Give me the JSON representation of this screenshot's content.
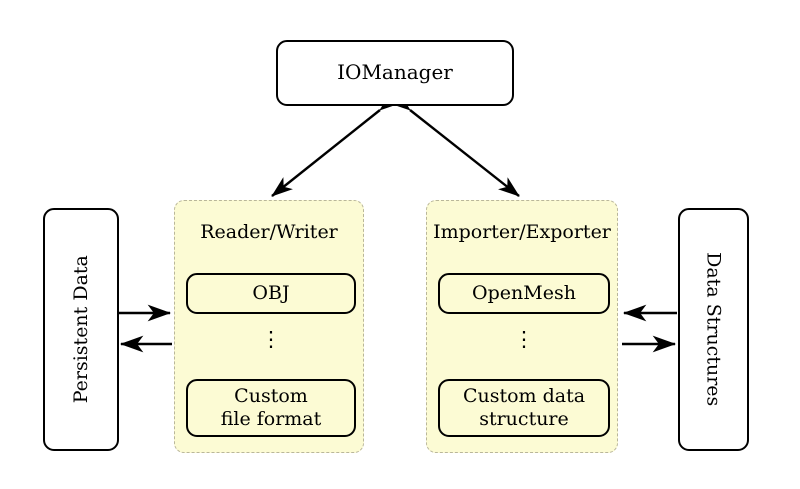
{
  "diagram": {
    "title_node": {
      "label": "IOManager"
    },
    "left_side_node": {
      "label": "Persistent Data"
    },
    "right_side_node": {
      "label": "Data Structures"
    },
    "groups": [
      {
        "name": "reader-writer",
        "title": "Reader/Writer",
        "items": [
          {
            "label": "OBJ"
          },
          {
            "label": "Custom\nfile format",
            "line1": "Custom",
            "line2": "file format"
          }
        ],
        "ellipsis": "⋮"
      },
      {
        "name": "importer-exporter",
        "title": "Importer/Exporter",
        "items": [
          {
            "label": "OpenMesh"
          },
          {
            "label": "Custom data\nstructure",
            "line1": "Custom data",
            "line2": "structure"
          }
        ],
        "ellipsis": "⋮"
      }
    ],
    "connections": [
      {
        "name": "manager-to-reader-writer",
        "from": "IOManager",
        "to": "Reader/Writer",
        "style": "double-arrow"
      },
      {
        "name": "manager-to-importer-exporter",
        "from": "IOManager",
        "to": "Importer/Exporter",
        "style": "double-arrow"
      },
      {
        "name": "persistent-data-to-reader-writer",
        "from": "Persistent Data",
        "to": "Reader/Writer",
        "style": "arrow-right"
      },
      {
        "name": "reader-writer-to-persistent-data",
        "from": "Reader/Writer",
        "to": "Persistent Data",
        "style": "arrow-left"
      },
      {
        "name": "data-structures-to-importer-exporter",
        "from": "Data Structures",
        "to": "Importer/Exporter",
        "style": "arrow-left"
      },
      {
        "name": "importer-exporter-to-data-structures",
        "from": "Importer/Exporter",
        "to": "Data Structures",
        "style": "arrow-right"
      }
    ]
  },
  "colors": {
    "group_fill": "#fcfbd4",
    "group_border": "#b9b69a",
    "node_border": "#000000",
    "background": "#ffffff"
  }
}
